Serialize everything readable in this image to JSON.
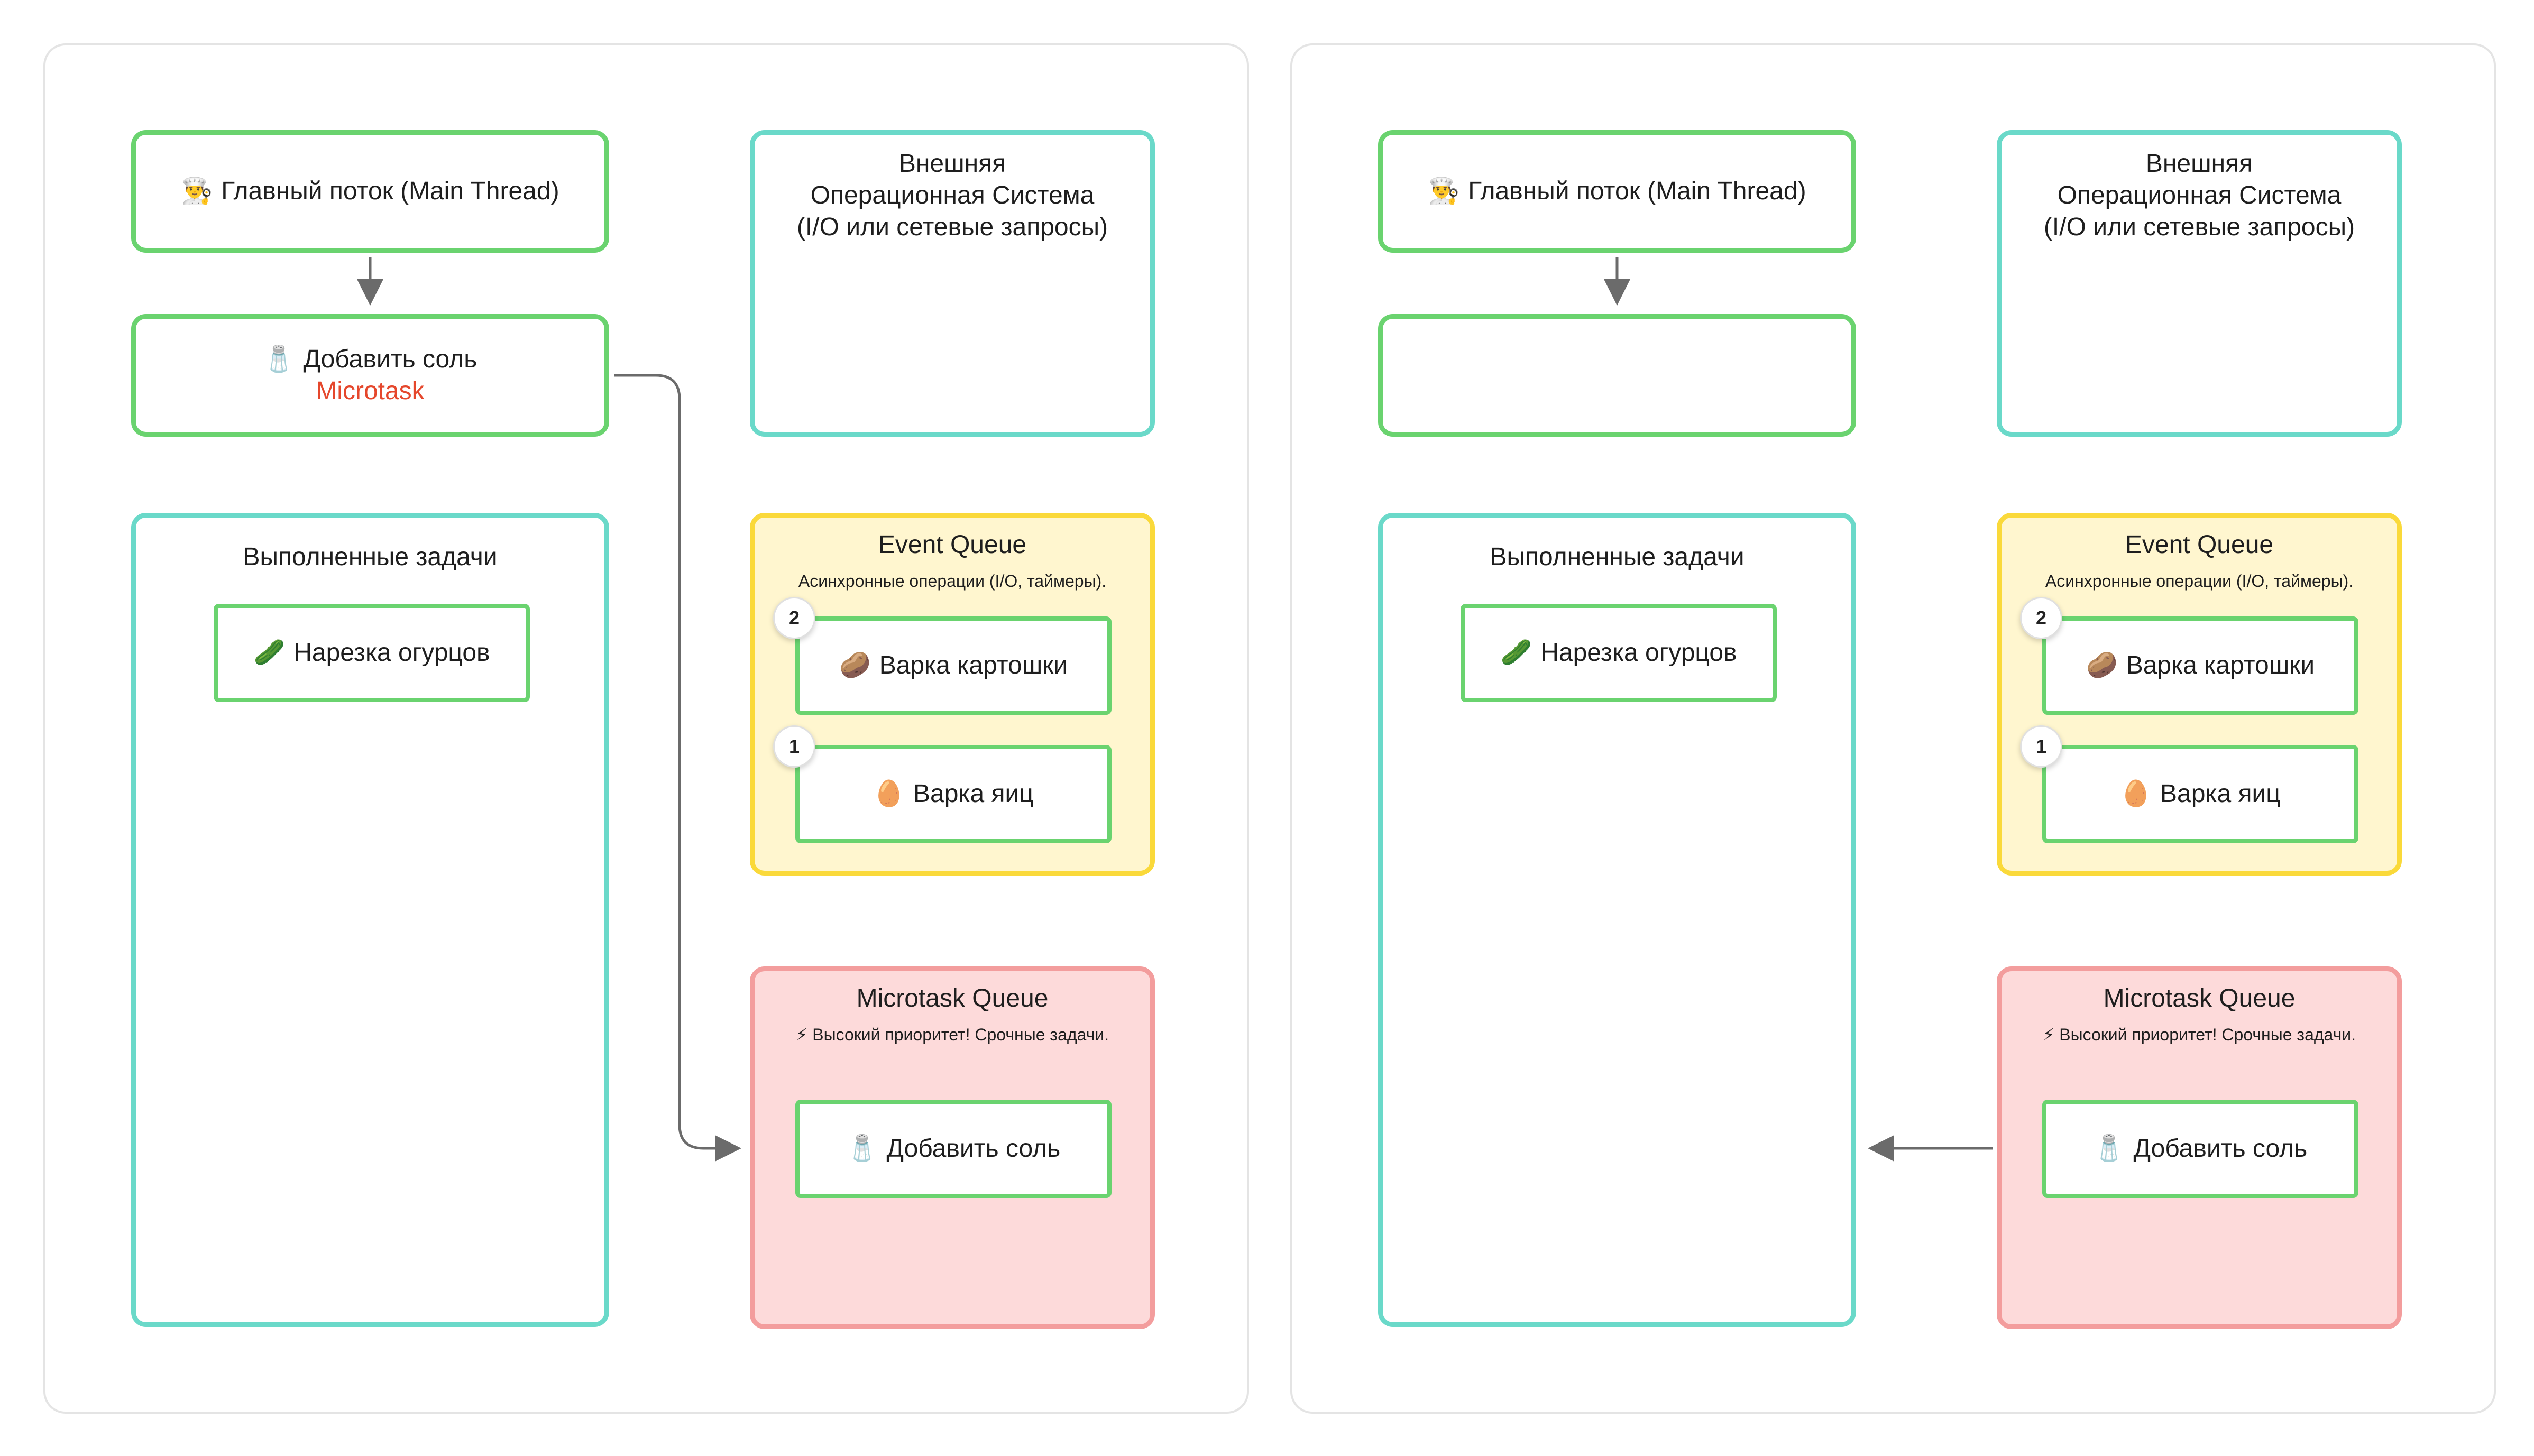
{
  "panels": [
    {
      "main_thread": {
        "emoji": "👨‍🍳",
        "label": "Главный поток (Main Thread)"
      },
      "current_task": {
        "emoji": "🧂",
        "label": "Добавить соль",
        "sub_label": "Microtask"
      },
      "os": {
        "line1": "Внешняя",
        "line2": "Операционная Система",
        "line3": "(I/O или сетевые запросы)"
      },
      "completed": {
        "title": "Выполненные задачи",
        "tasks": [
          {
            "emoji": "🥒",
            "label": "Нарезка огурцов"
          }
        ]
      },
      "event_queue": {
        "title": "Event Queue",
        "subtitle": "Асинхронные операции (I/O, таймеры).",
        "tasks": [
          {
            "badge": "2",
            "emoji": "🥔",
            "label": "Варка картошки"
          },
          {
            "badge": "1",
            "emoji": "🥚",
            "label": "Варка яиц"
          }
        ]
      },
      "microtask_queue": {
        "title": "Microtask Queue",
        "subtitle": "⚡ Высокий приоритет! Срочные задачи.",
        "tasks": [
          {
            "emoji": "🧂",
            "label": "Добавить соль"
          }
        ]
      }
    },
    {
      "main_thread": {
        "emoji": "👨‍🍳",
        "label": "Главный поток (Main Thread)"
      },
      "current_task": {
        "emoji": "",
        "label": "",
        "sub_label": ""
      },
      "os": {
        "line1": "Внешняя",
        "line2": "Операционная Система",
        "line3": "(I/O или сетевые запросы)"
      },
      "completed": {
        "title": "Выполненные задачи",
        "tasks": [
          {
            "emoji": "🥒",
            "label": "Нарезка огурцов"
          }
        ]
      },
      "event_queue": {
        "title": "Event Queue",
        "subtitle": "Асинхронные операции (I/O, таймеры).",
        "tasks": [
          {
            "badge": "2",
            "emoji": "🥔",
            "label": "Варка картошки"
          },
          {
            "badge": "1",
            "emoji": "🥚",
            "label": "Варка яиц"
          }
        ]
      },
      "microtask_queue": {
        "title": "Microtask Queue",
        "subtitle": "⚡ Высокий приоритет! Срочные задачи.",
        "tasks": [
          {
            "emoji": "🧂",
            "label": "Добавить соль"
          }
        ]
      }
    }
  ],
  "colors": {
    "main_thread_border": "#6ad36f",
    "container_border": "#6ad9c9",
    "event_queue_border": "#fad93a",
    "event_queue_fill": "#fff6cf",
    "microtask_queue_border": "#f39d9d",
    "microtask_queue_fill": "#fddada",
    "microtask_text": "#e5472c",
    "arrow": "#6b6b6b"
  }
}
